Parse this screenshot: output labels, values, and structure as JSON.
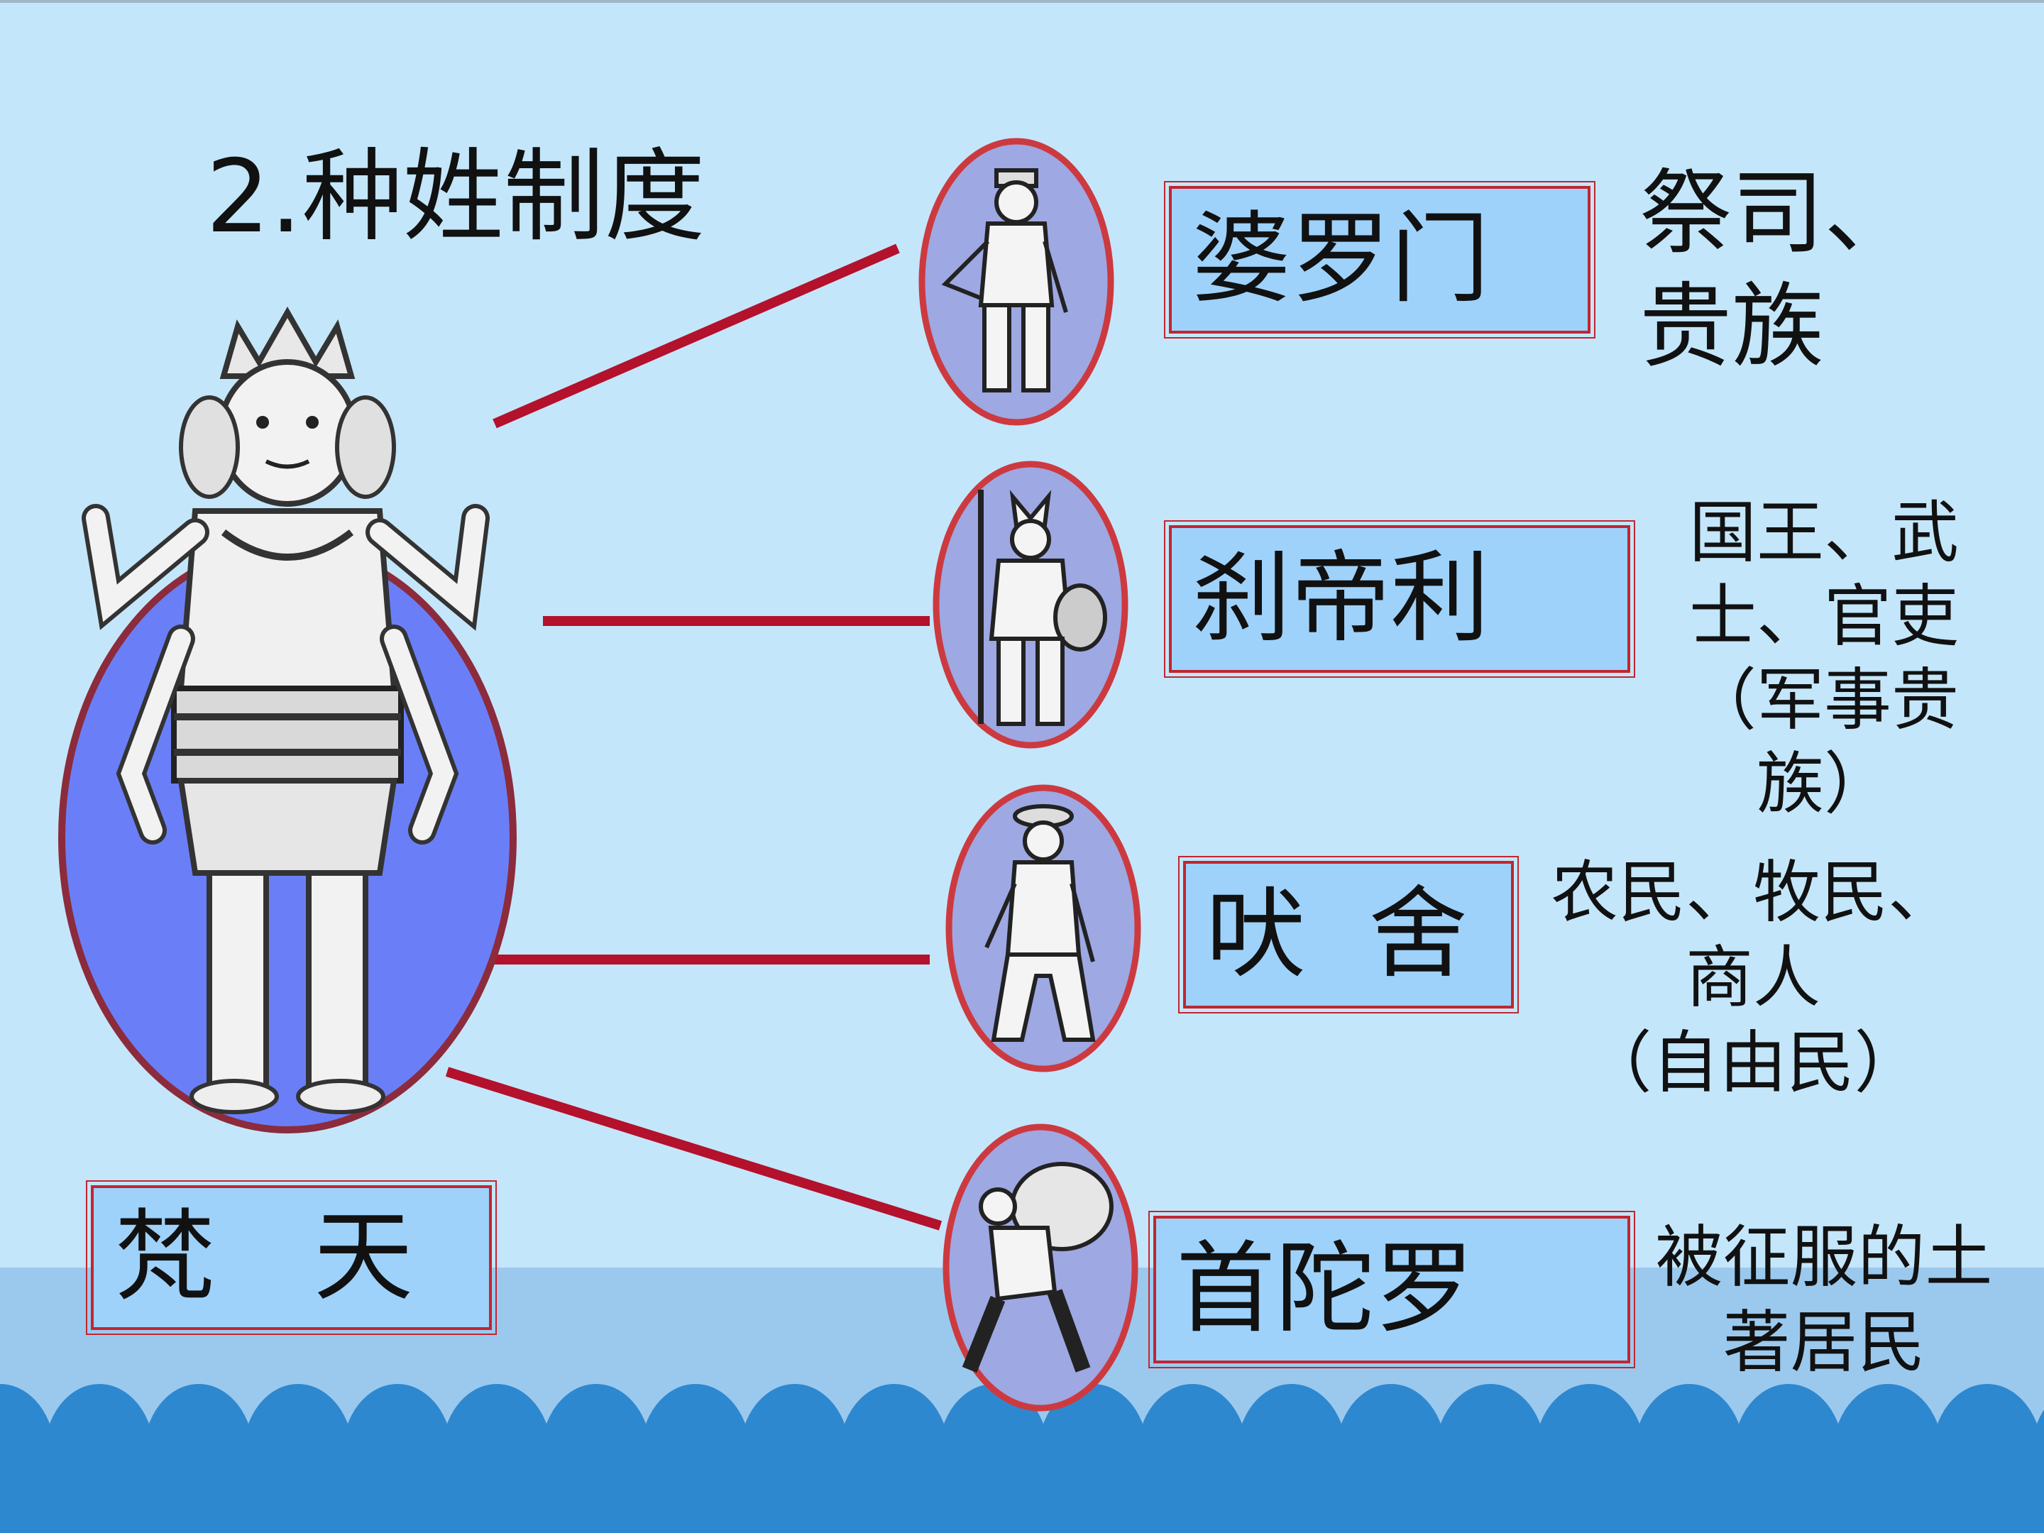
{
  "title": "2.种姓制度",
  "deity": {
    "label": "梵　天",
    "icon": "four-armed-deity-icon"
  },
  "castes": [
    {
      "name": "婆罗门",
      "desc_lines": [
        "祭司、",
        "贵族"
      ],
      "icon": "priest-figure-icon"
    },
    {
      "name": "刹帝利",
      "desc_lines": [
        "国王、武",
        "士、官吏",
        "（军事贵",
        "族）"
      ],
      "icon": "warrior-figure-icon"
    },
    {
      "name": "吠  舍",
      "desc_lines": [
        "农民、牧民、",
        "商人",
        "（自由民）"
      ],
      "icon": "farmer-figure-icon"
    },
    {
      "name": "首陀罗",
      "desc_lines": [
        "被征服的土",
        "著居民"
      ],
      "icon": "laborer-figure-icon"
    }
  ],
  "colors": {
    "background": "#c4e6fa",
    "label_box": "#9ed2fb",
    "border": "#c1262f",
    "connector": "#b3112c",
    "deity_oval": "#6a7ff7",
    "medal_fill": "#9ea8e2",
    "wave": "#2e88cf"
  }
}
